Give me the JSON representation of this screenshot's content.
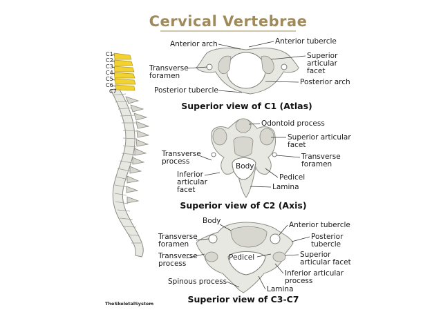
{
  "title": "Cervical Vertebrae",
  "brand": "TheSkeletalSystem",
  "spine_labels": [
    "C1",
    "C2",
    "C3",
    "C4",
    "C5",
    "C6",
    "C7"
  ],
  "atlas": {
    "caption": "Superior view of C1 (Atlas)",
    "labels": {
      "anterior_arch": "Anterior arch",
      "anterior_tubercle": "Anterior tubercle",
      "transverse_foramen_1": "Transverse",
      "transverse_foramen_2": "foramen",
      "superior_articular_facet_1": "Superior",
      "superior_articular_facet_2": "articular",
      "superior_articular_facet_3": "facet",
      "posterior_arch": "Posterior arch",
      "posterior_tubercle": "Posterior tubercle"
    }
  },
  "axis": {
    "caption": "Superior view of C2 (Axis)",
    "labels": {
      "odontoid_process": "Odontoid process",
      "superior_articular_facet_1": "Superior articular",
      "superior_articular_facet_2": "facet",
      "transverse_process_1": "Transverse",
      "transverse_process_2": "process",
      "transverse_foramen_1": "Transverse",
      "transverse_foramen_2": "foramen",
      "body": "Body",
      "inferior_articular_facet_1": "Inferior",
      "inferior_articular_facet_2": "articular",
      "inferior_articular_facet_3": "facet",
      "pedicel": "Pedicel",
      "lamina": "Lamina"
    }
  },
  "c3c7": {
    "caption": "Superior view of C3-C7",
    "labels": {
      "body": "Body",
      "anterior_tubercle": "Anterior tubercle",
      "transverse_foramen_1": "Transverse",
      "transverse_foramen_2": "foramen",
      "posterior_tubercle_1": "Posterior",
      "posterior_tubercle_2": "tubercle",
      "transverse_process_1": "Transverse",
      "transverse_process_2": "process",
      "pedicel": "Pedicel",
      "superior_articular_facet_1": "Superior",
      "superior_articular_facet_2": "articular facet",
      "inferior_articular_process_1": "Inferior articular",
      "inferior_articular_process_2": "process",
      "spinous_process": "Spinous process",
      "lamina": "Lamina"
    }
  },
  "colors": {
    "title": "#a08a5a",
    "cervical_highlight": "#f2d230",
    "bone": "#e8e8e2"
  }
}
